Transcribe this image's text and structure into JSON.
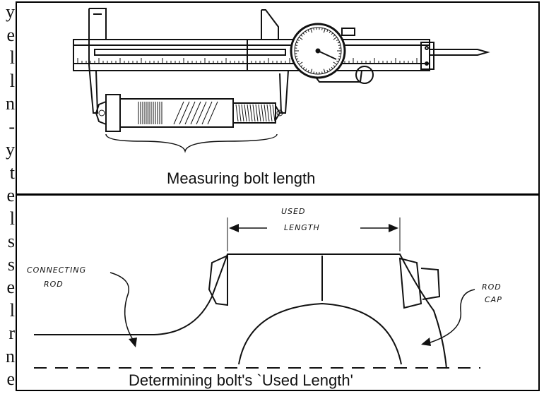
{
  "left_margin_letters": [
    "y",
    "e",
    "l",
    "l",
    "n",
    "-",
    "y",
    "t",
    "e",
    "l",
    "s",
    "s",
    "e",
    "l",
    "r",
    "n",
    "e"
  ],
  "top_panel": {
    "caption": "Measuring bolt length"
  },
  "bottom_panel": {
    "caption": "Determining bolt's `Used Length'",
    "labels": {
      "used_line1": "USED",
      "used_line2": "LENGTH",
      "rod_line1": "CONNECTING",
      "rod_line2": "ROD",
      "cap_line1": "ROD",
      "cap_line2": "CAP"
    }
  }
}
